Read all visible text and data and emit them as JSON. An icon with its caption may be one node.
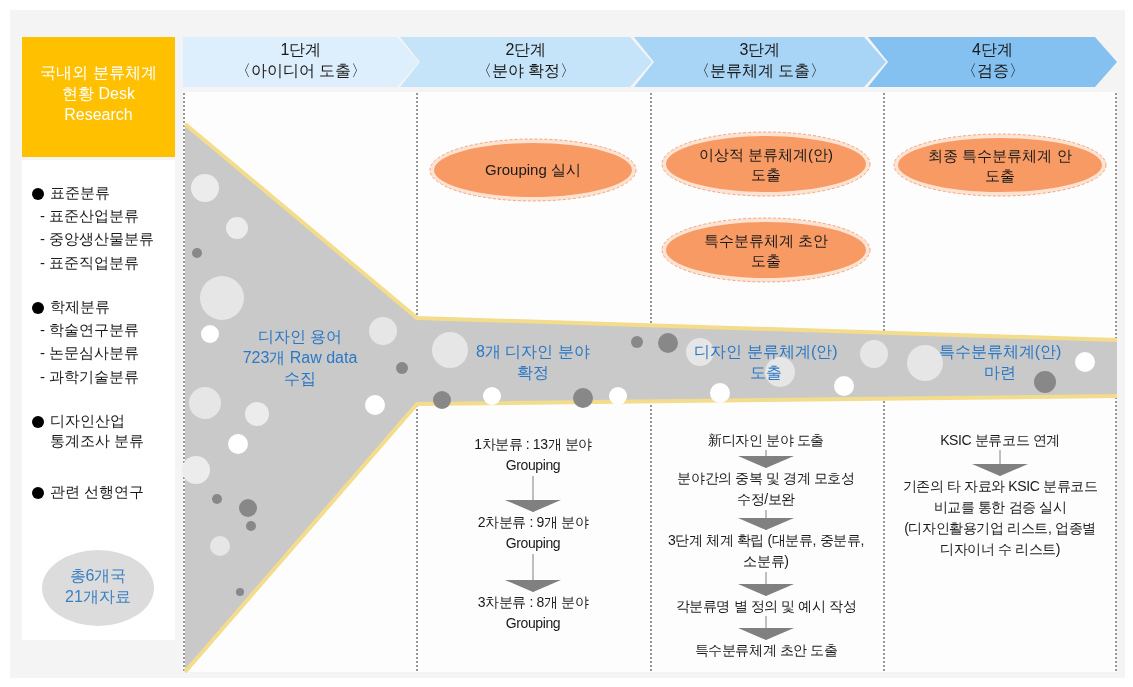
{
  "diagram": {
    "nodes": [
      {
        "text": [
          "국내외 분류체계 현황 Desk Research"
        ]
      },
      {
        "text": [
          "표준분류",
          "- 표준산업분류",
          "- 중앙생산물분류",
          "- 표준직업분류",
          "학제분류",
          "- 학술연구분류",
          "- 논문심사분류",
          "- 과학기술분류",
          "디자인산업 통계조사 분류",
          "관련 선행연구"
        ]
      },
      {
        "text": [
          "총6개국 21개자료"
        ],
        "in": 1
      },
      {
        "text": [
          "1단계 〈아이디어 도출〉"
        ]
      },
      {
        "text": [
          "2단계 〈분야 확정〉"
        ]
      },
      {
        "text": [
          "3단계 〈분류체계 도출〉"
        ]
      },
      {
        "text": [
          "4단계 〈검증〉"
        ]
      },
      {
        "text": [
          "Grouping 실시"
        ]
      },
      {
        "text": [
          "이상적 분류체계(안) 도출"
        ]
      },
      {
        "text": [
          "특수분류체계 초안 도출"
        ]
      },
      {
        "text": [
          "최종 특수분류체계 안 도출"
        ]
      },
      {
        "text": [
          "디자인 용어 723개 Raw data 수집",
          "8개 디자인 분야 확정",
          "디자인 분류체계(안) 도출",
          "특수분류체계(안) 마련"
        ]
      },
      {
        "text": [
          "1차분류 : 13개 분야 Grouping"
        ]
      },
      {
        "text": [
          "2차분류 : 9개 분야 Grouping"
        ]
      },
      {
        "text": [
          "3차분류 : 8개 분야 Grouping"
        ]
      },
      {
        "text": [
          "新디자인 분야 도출"
        ]
      },
      {
        "text": [
          "분야간의 중복 및 경계 모호성 수정/보완"
        ]
      },
      {
        "text": [
          "3단계 체계 확립 (대분류, 중분류, 소분류)"
        ]
      },
      {
        "text": [
          "각분류명 별 정의 및 예시 작성"
        ]
      },
      {
        "text": [
          "특수분류체계 초안 도출"
        ]
      },
      {
        "text": [
          "KSIC 분류코드 연계"
        ]
      },
      {
        "text": [
          "기존의 타 자료와 KSIC 분류코드 비교를 통한 검증 실시 (디자인활용기업 리스트, 업종별 디자이너 수 리스트)"
        ]
      }
    ],
    "edges": [
      {
        "from": 12,
        "to": 13,
        "arrow": "to"
      },
      {
        "from": 13,
        "to": 14,
        "arrow": "to"
      },
      {
        "from": 15,
        "to": 16,
        "arrow": "to"
      },
      {
        "from": 16,
        "to": 17,
        "arrow": "to"
      },
      {
        "from": 17,
        "to": 18,
        "arrow": "to"
      },
      {
        "from": 18,
        "to": 19,
        "arrow": "to"
      },
      {
        "from": 20,
        "to": 21,
        "arrow": "to"
      }
    ]
  }
}
